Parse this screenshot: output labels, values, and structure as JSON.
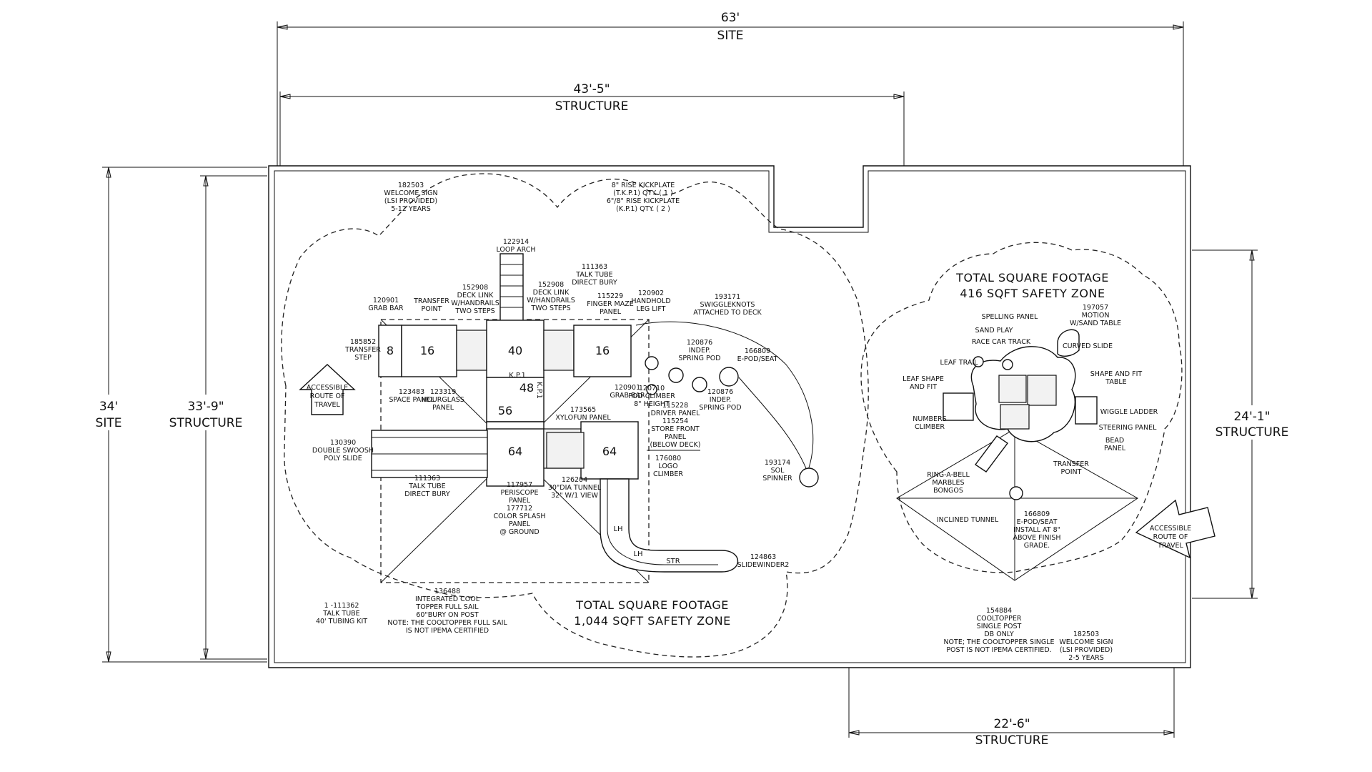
{
  "dimensions": {
    "site_width": "63'",
    "site_width_label": "SITE",
    "structure_width": "43'-5\"",
    "structure_width_label": "STRUCTURE",
    "site_height": "34'",
    "site_height_label": "SITE",
    "structure_height": "33'-9\"",
    "structure_height_label": "STRUCTURE",
    "right_height": "24'-1\"",
    "right_height_label": "STRUCTURE",
    "bottom_width": "22'-6\"",
    "bottom_width_label": "STRUCTURE"
  },
  "left_zone": {
    "total_title": "TOTAL SQUARE FOOTAGE",
    "total_value": "1,044 SQFT SAFETY ZONE",
    "route_label": [
      "ACCESSIBLE",
      "ROUTE OF",
      "TRAVEL"
    ],
    "deck_heights": [
      "8",
      "16",
      "40",
      "16",
      "48",
      "56",
      "64",
      "64",
      "8",
      "16",
      "16"
    ],
    "slide_marks": [
      "LH",
      "LH",
      "STR"
    ],
    "kp_marks": [
      "K.P.1",
      "K.P.1"
    ],
    "labels": [
      [
        "182503",
        "WELCOME SIGN",
        "(LSI PROVIDED)",
        "5-12 YEARS"
      ],
      [
        "8\" RISE KICKPLATE",
        "(T.K.P.1) QTY. ( 1 )",
        "6\"/8\" RISE KICKPLATE",
        "(K.P.1) QTY. ( 2 )"
      ],
      [
        "122914",
        "LOOP ARCH"
      ],
      [
        "111363",
        "TALK TUBE",
        "DIRECT BURY"
      ],
      [
        "152908",
        "DECK LINK",
        "W/HANDRAILS",
        "TWO STEPS"
      ],
      [
        "152908",
        "DECK LINK",
        "W/HANDRAILS",
        "TWO STEPS"
      ],
      [
        "115229",
        "FINGER MAZE",
        "PANEL"
      ],
      [
        "120902",
        "HANDHOLD",
        "LEG LIFT"
      ],
      [
        "193171",
        "SWIGGLEKNOTS",
        "ATTACHED TO DECK"
      ],
      [
        "120901",
        "GRAB BAR"
      ],
      [
        "TRANSFER",
        "POINT"
      ],
      [
        "185852",
        "TRANSFER",
        "STEP"
      ],
      [
        "120876",
        "INDEP.",
        "SPRING POD"
      ],
      [
        "166809",
        "E-POD/SEAT"
      ],
      [
        "120876",
        "INDEP.",
        "SPRING POD"
      ],
      [
        "123483",
        "SPACE PANEL"
      ],
      [
        "123319",
        "HOURGLASS",
        "PANEL"
      ],
      [
        "173565",
        "XYLOFUN PANEL"
      ],
      [
        "120901",
        "GRAB BAR"
      ],
      [
        "120710",
        "POD CLIMBER",
        "8\" HEIGHT"
      ],
      [
        "115228",
        "DRIVER PANEL",
        "115254",
        "STORE FRONT",
        "PANEL",
        "(BELOW DECK)"
      ],
      [
        "130390",
        "DOUBLE SWOOSH",
        "POLY SLIDE"
      ],
      [
        "176080",
        "LOGO",
        "CLIMBER"
      ],
      [
        "193174",
        "SOL",
        "SPINNER"
      ],
      [
        "111363",
        "TALK TUBE",
        "DIRECT BURY"
      ],
      [
        "117957",
        "PERISCOPE",
        "PANEL",
        "177712",
        "COLOR SPLASH",
        "PANEL",
        "@ GROUND"
      ],
      [
        "126204",
        "30\"DIA TUNNEL",
        "32\" W/1 VIEW"
      ],
      [
        "124863",
        "SLIDEWINDER2"
      ],
      [
        "1 -111362",
        "TALK TUBE",
        "40' TUBING KIT"
      ],
      [
        "136488",
        "INTEGRATED COOL",
        "TOPPER FULL SAIL",
        "60\"BURY ON POST",
        "NOTE: THE COOLTOPPER FULL SAIL",
        "IS NOT IPEMA CERTIFIED"
      ]
    ]
  },
  "right_zone": {
    "total_title": "TOTAL SQUARE FOOTAGE",
    "total_value": "416 SQFT SAFETY ZONE",
    "route_label": [
      "ACCESSIBLE",
      "ROUTE OF",
      "TRAVEL"
    ],
    "labels": [
      [
        "SPELLING PANEL"
      ],
      [
        "197057",
        "MOTION",
        "W/SAND TABLE"
      ],
      [
        "SAND PLAY"
      ],
      [
        "RACE CAR TRACK"
      ],
      [
        "CURVED SLIDE"
      ],
      [
        "LEAF TRAIL"
      ],
      [
        "LEAF SHAPE",
        "AND FIT"
      ],
      [
        "SHAPE AND FIT",
        "TABLE"
      ],
      [
        "WIGGLE LADDER"
      ],
      [
        "NUMBERS",
        "CLIMBER"
      ],
      [
        "STEERING PANEL"
      ],
      [
        "BEAD",
        "PANEL"
      ],
      [
        "TRANSFER",
        "POINT"
      ],
      [
        "RING-A-BELL",
        "MARBLES",
        "BONGOS"
      ],
      [
        "INCLINED TUNNEL"
      ],
      [
        "166809",
        "E-POD/SEAT",
        "INSTALL AT 8\"",
        "ABOVE FINISH",
        "GRADE."
      ],
      [
        "154884",
        "COOLTOPPER",
        "SINGLE POST",
        "DB ONLY",
        "NOTE; THE COOLTOPPER SINGLE",
        "POST IS NOT IPEMA CERTIFIED."
      ],
      [
        "182503",
        "WELCOME SIGN",
        "(LSI PROVIDED)",
        "2-5 YEARS"
      ]
    ]
  }
}
